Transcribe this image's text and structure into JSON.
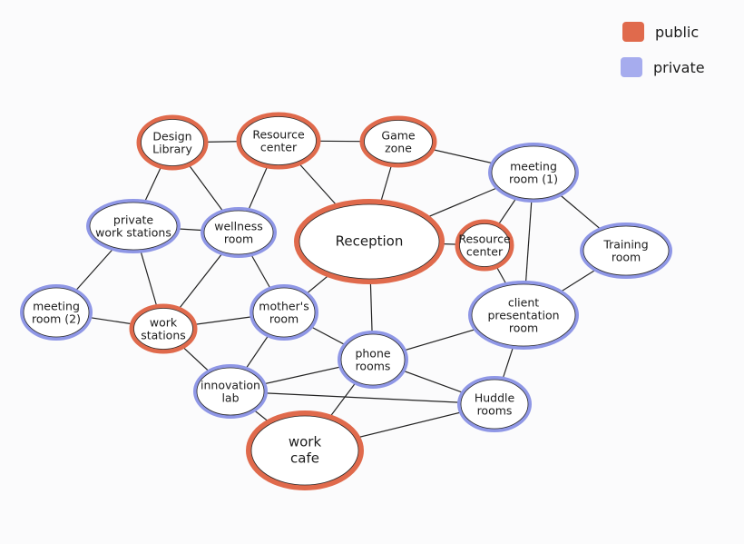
{
  "legend": [
    {
      "key": "public",
      "label": "public",
      "color": "#e06a4c"
    },
    {
      "key": "private",
      "label": "private",
      "color": "#a6acee"
    }
  ],
  "colors": {
    "public_stroke": "#e06a4c",
    "private_stroke": "#8f97e6",
    "edge": "#222222"
  },
  "nodes": [
    {
      "id": "design-library",
      "lines": [
        "Design",
        "Library"
      ],
      "type": "public"
    },
    {
      "id": "resource-center-top",
      "lines": [
        "Resource",
        "center"
      ],
      "type": "public"
    },
    {
      "id": "game-zone",
      "lines": [
        "Game",
        "zone"
      ],
      "type": "public"
    },
    {
      "id": "meeting-room-1",
      "lines": [
        "meeting",
        "room (1)"
      ],
      "type": "private"
    },
    {
      "id": "private-work-stations",
      "lines": [
        "private",
        "work stations"
      ],
      "type": "private"
    },
    {
      "id": "wellness-room",
      "lines": [
        "wellness",
        "room"
      ],
      "type": "private"
    },
    {
      "id": "reception",
      "lines": [
        "Reception"
      ],
      "type": "public"
    },
    {
      "id": "resource-center-small",
      "lines": [
        "Resource",
        "center"
      ],
      "type": "public"
    },
    {
      "id": "training-room",
      "lines": [
        "Training",
        "room"
      ],
      "type": "private"
    },
    {
      "id": "meeting-room-2",
      "lines": [
        "meeting",
        "room (2)"
      ],
      "type": "private"
    },
    {
      "id": "work-stations",
      "lines": [
        "work",
        "stations"
      ],
      "type": "public"
    },
    {
      "id": "mothers-room",
      "lines": [
        "mother's",
        "room"
      ],
      "type": "private"
    },
    {
      "id": "client-presentation-room",
      "lines": [
        "client",
        "presentation",
        "room"
      ],
      "type": "private"
    },
    {
      "id": "phone-rooms",
      "lines": [
        "phone",
        "rooms"
      ],
      "type": "private"
    },
    {
      "id": "innovation-lab",
      "lines": [
        "innovation",
        "lab"
      ],
      "type": "private"
    },
    {
      "id": "huddle-rooms",
      "lines": [
        "Huddle",
        "rooms"
      ],
      "type": "private"
    },
    {
      "id": "work-cafe",
      "lines": [
        "work",
        "cafe"
      ],
      "type": "public"
    }
  ],
  "edges": [
    [
      "design-library",
      "resource-center-top"
    ],
    [
      "resource-center-top",
      "game-zone"
    ],
    [
      "game-zone",
      "meeting-room-1"
    ],
    [
      "design-library",
      "private-work-stations"
    ],
    [
      "design-library",
      "wellness-room"
    ],
    [
      "resource-center-top",
      "wellness-room"
    ],
    [
      "resource-center-top",
      "reception"
    ],
    [
      "game-zone",
      "reception"
    ],
    [
      "meeting-room-1",
      "reception"
    ],
    [
      "meeting-room-1",
      "resource-center-small"
    ],
    [
      "meeting-room-1",
      "client-presentation-room"
    ],
    [
      "meeting-room-1",
      "training-room"
    ],
    [
      "private-work-stations",
      "wellness-room"
    ],
    [
      "private-work-stations",
      "meeting-room-2"
    ],
    [
      "private-work-stations",
      "work-stations"
    ],
    [
      "wellness-room",
      "work-stations"
    ],
    [
      "wellness-room",
      "mothers-room"
    ],
    [
      "reception",
      "resource-center-small"
    ],
    [
      "reception",
      "phone-rooms"
    ],
    [
      "reception",
      "mothers-room"
    ],
    [
      "resource-center-small",
      "client-presentation-room"
    ],
    [
      "training-room",
      "client-presentation-room"
    ],
    [
      "meeting-room-2",
      "work-stations"
    ],
    [
      "work-stations",
      "mothers-room"
    ],
    [
      "work-stations",
      "innovation-lab"
    ],
    [
      "mothers-room",
      "innovation-lab"
    ],
    [
      "mothers-room",
      "phone-rooms"
    ],
    [
      "client-presentation-room",
      "phone-rooms"
    ],
    [
      "client-presentation-room",
      "huddle-rooms"
    ],
    [
      "phone-rooms",
      "innovation-lab"
    ],
    [
      "phone-rooms",
      "huddle-rooms"
    ],
    [
      "phone-rooms",
      "work-cafe"
    ],
    [
      "innovation-lab",
      "work-cafe"
    ],
    [
      "huddle-rooms",
      "work-cafe"
    ],
    [
      "innovation-lab",
      "huddle-rooms"
    ]
  ]
}
